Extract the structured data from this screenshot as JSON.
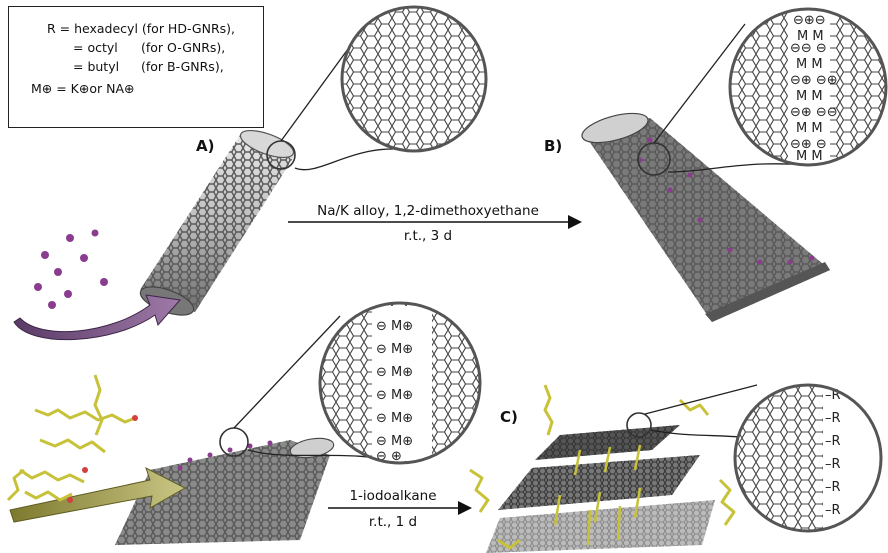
{
  "legend": {
    "line1": "R = hexadecyl (for HD-GNRs),",
    "line2": "= octyl",
    "line2b": "(for O-GNRs),",
    "line3": "= butyl",
    "line3b": "(for B-GNRs),",
    "line4": "M⊕ = K⊕or NA⊕"
  },
  "panels": {
    "a": "A)",
    "b": "B)",
    "c": "C)"
  },
  "step1": {
    "reagent": "Na/K alloy, 1,2-dimethoxyethane",
    "conditions": "r.t., 3 d"
  },
  "step2": {
    "reagent": "1-iodoalkane",
    "conditions": "r.t., 1 d"
  },
  "zoom_labels": {
    "metal": "M",
    "cation": "⊕",
    "anion": "⊖",
    "alkyl": "R"
  },
  "colors": {
    "nanotube": "#9a9a9a",
    "metal_atoms": "#8a3c8f",
    "alkyl_chains": "#c7c23a",
    "arrow_purple": "#7a4f86",
    "arrow_olive": "#8c8a3a"
  }
}
